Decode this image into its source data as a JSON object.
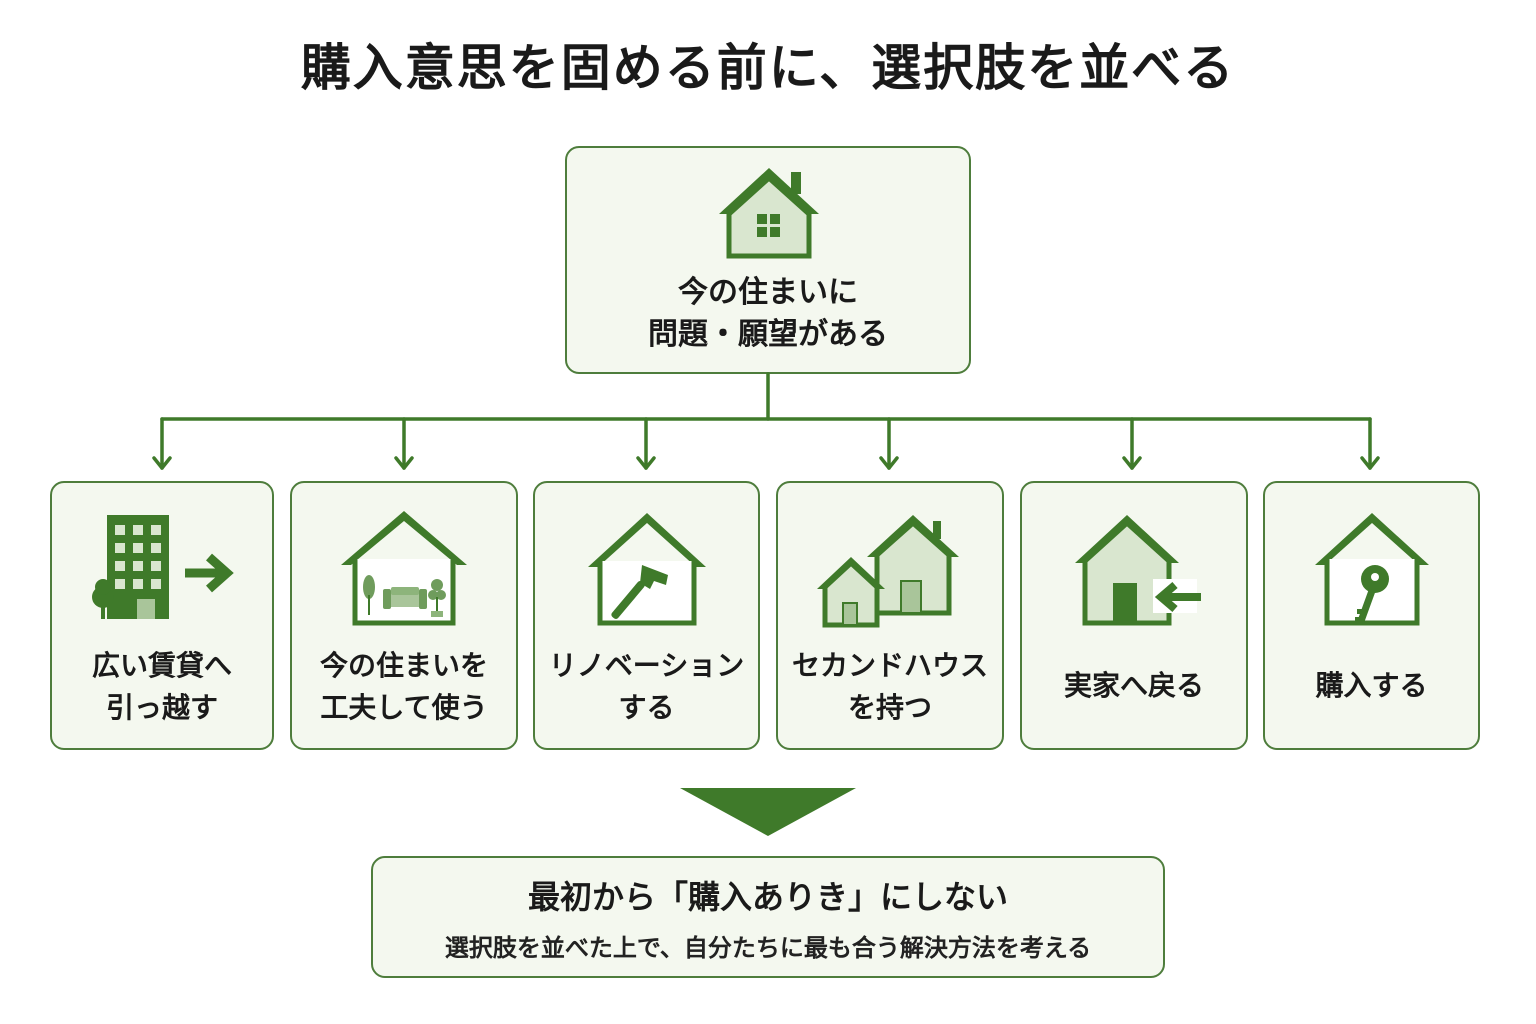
{
  "title": "購入意思を固める前に、選択肢を並べる",
  "root": {
    "line1": "今の住まいに",
    "line2": "問題・願望がある",
    "icon": "house-icon"
  },
  "options": [
    {
      "line1": "広い賃貸へ",
      "line2": "引っ越す",
      "icon": "apartment-building-arrow-icon"
    },
    {
      "line1": "今の住まいを",
      "line2": "工夫して使う",
      "icon": "house-interior-sofa-icon"
    },
    {
      "line1": "リノベーション",
      "line2": "する",
      "icon": "house-hammer-icon"
    },
    {
      "line1": "セカンドハウス",
      "line2": "を持つ",
      "icon": "two-houses-icon"
    },
    {
      "line1": "実家へ戻る",
      "icon": "house-return-arrow-icon"
    },
    {
      "line1": "購入する",
      "icon": "house-key-icon"
    }
  ],
  "conclusion": {
    "headline": "最初から「購入ありき」にしない",
    "sub": "選択肢を並べた上で、自分たちに最も合う解決方法を考える"
  },
  "colors": {
    "accent": "#3f7a2a",
    "border": "#4e7d3c",
    "box_fill": "#f4f8ef",
    "icon_fill": "#d9e6cf"
  }
}
